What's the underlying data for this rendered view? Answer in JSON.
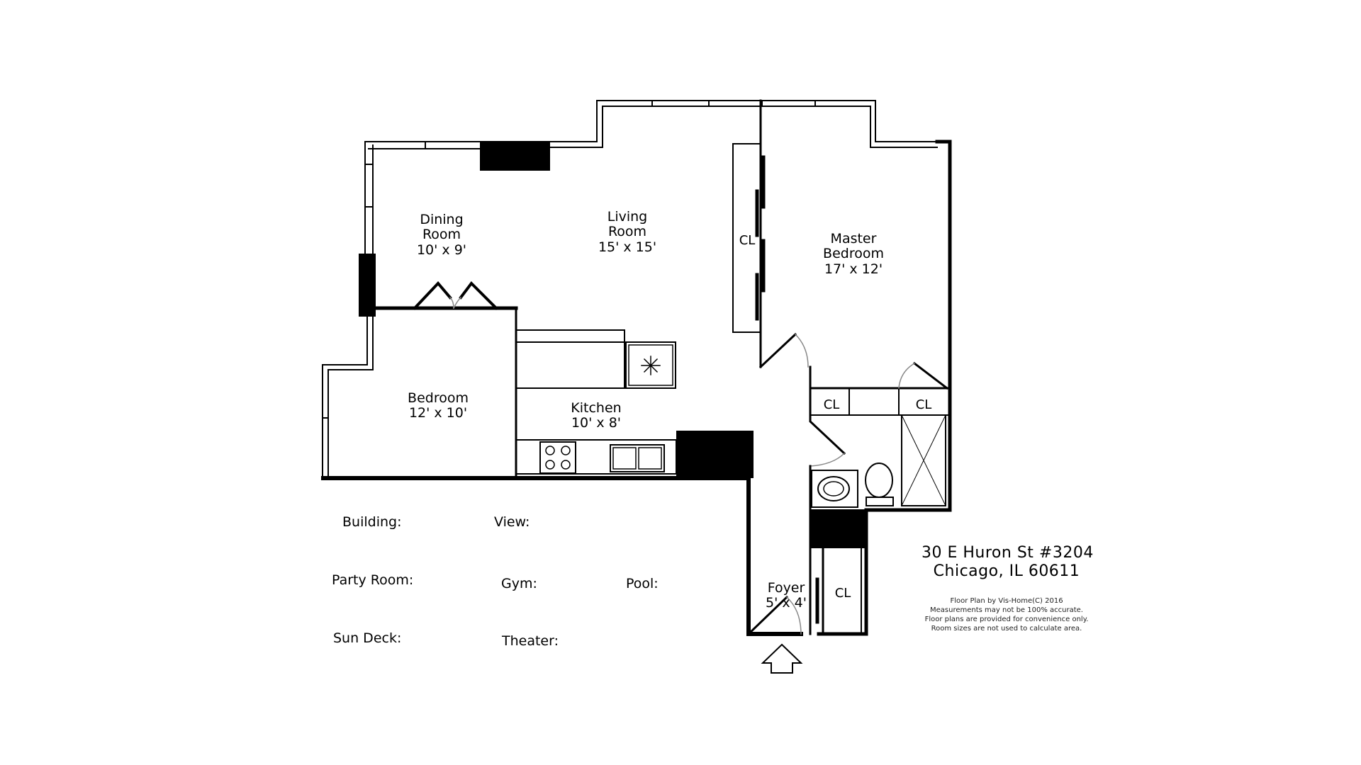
{
  "rooms": {
    "dining": {
      "name_1": "Dining",
      "name_2": "Room",
      "size": "10' x 9'"
    },
    "living": {
      "name_1": "Living",
      "name_2": "Room",
      "size": "15' x 15'"
    },
    "master": {
      "name_1": "Master",
      "name_2": "Bedroom",
      "size": "17' x 12'"
    },
    "bedroom": {
      "name_1": "Bedroom",
      "size": "12' x 10'"
    },
    "kitchen": {
      "name_1": "Kitchen",
      "size": "10' x 8'"
    },
    "foyer": {
      "name_1": "Foyer",
      "size": "5' x 4'"
    }
  },
  "closets": {
    "label": "CL"
  },
  "amenities": {
    "building": "Building:",
    "view": "View:",
    "party_room": "Party Room:",
    "gym": "Gym:",
    "pool": "Pool:",
    "sun_deck": "Sun Deck:",
    "theater": "Theater:"
  },
  "address": {
    "line1": "30 E Huron St #3204",
    "line2": "Chicago, IL 60611"
  },
  "credit": {
    "line1": "Floor Plan by Vis-Home(C) 2016",
    "line2": "Measurements may not be 100% accurate.",
    "line3": "Floor plans are provided for convenience only.",
    "line4": "Room sizes are not used to calculate area."
  },
  "colors": {
    "wall": "#000000",
    "window": "#000000",
    "background": "#ffffff",
    "door_swing": "#888888"
  }
}
